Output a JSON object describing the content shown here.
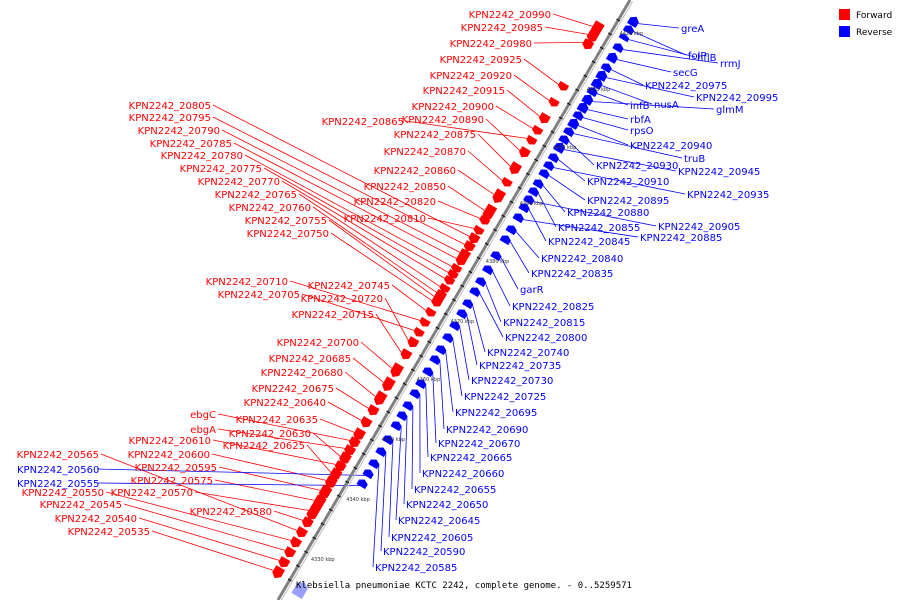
{
  "colors": {
    "forward": "#ff0000",
    "reverse": "#0000ff",
    "backbone": "#808080",
    "marker": "#000000"
  },
  "legend": {
    "forward": "Forward",
    "reverse": "Reverse"
  },
  "caption": "Klebsiella pneumoniae KCTC 2242, complete genome. - 0..5259571",
  "ticks": [
    "4420 kbp",
    "4410 kbp",
    "4400 kbp",
    "4390 kbp",
    "4380 kbp",
    "4370 kbp",
    "4360 kbp",
    "4350 kbp",
    "4340 kbp",
    "4330 kbp"
  ],
  "forward_labels": [
    "KPN2242_20990",
    "KPN2242_20985",
    "KPN2242_20980",
    "KPN2242_20925",
    "KPN2242_20920",
    "KPN2242_20915",
    "KPN2242_20900",
    "KPN2242_20865",
    "KPN2242_20890",
    "KPN2242_20875",
    "KPN2242_20870",
    "KPN2242_20860",
    "KPN2242_20850",
    "KPN2242_20820",
    "KPN2242_20810",
    "KPN2242_20805",
    "KPN2242_20795",
    "KPN2242_20790",
    "KPN2242_20785",
    "KPN2242_20780",
    "KPN2242_20775",
    "KPN2242_20770",
    "KPN2242_20765",
    "KPN2242_20760",
    "KPN2242_20755",
    "KPN2242_20750",
    "KPN2242_20745",
    "KPN2242_20710",
    "KPN2242_20705",
    "KPN2242_20720",
    "KPN2242_20715",
    "KPN2242_20700",
    "KPN2242_20685",
    "KPN2242_20680",
    "KPN2242_20675",
    "KPN2242_20640",
    "KPN2242_20635",
    "ebgC",
    "ebgA",
    "KPN2242_20630",
    "KPN2242_20610",
    "KPN2242_20625",
    "KPN2242_20600",
    "KPN2242_20595",
    "KPN2242_20575",
    "KPN2242_20570",
    "KPN2242_20580",
    "KPN2242_20565",
    "KPN2242_20550",
    "KPN2242_20545",
    "KPN2242_20540",
    "KPN2242_20535"
  ],
  "reverse_labels": [
    "greA",
    "folP",
    "hflB",
    "rrmJ",
    "secG",
    "KPN2242_20975",
    "KPN2242_20995",
    "nusA",
    "infB",
    "glmM",
    "rbfA",
    "rpsO",
    "KPN2242_20940",
    "truB",
    "KPN2242_20930",
    "KPN2242_20945",
    "KPN2242_20910",
    "KPN2242_20935",
    "KPN2242_20895",
    "KPN2242_20880",
    "KPN2242_20855",
    "KPN2242_20905",
    "KPN2242_20845",
    "KPN2242_20885",
    "KPN2242_20840",
    "KPN2242_20835",
    "garR",
    "KPN2242_20825",
    "KPN2242_20815",
    "KPN2242_20800",
    "KPN2242_20740",
    "KPN2242_20735",
    "KPN2242_20730",
    "KPN2242_20725",
    "KPN2242_20695",
    "KPN2242_20690",
    "KPN2242_20670",
    "KPN2242_20665",
    "KPN2242_20660",
    "KPN2242_20655",
    "KPN2242_20650",
    "KPN2242_20645",
    "KPN2242_20605",
    "KPN2242_20590",
    "KPN2242_20585",
    "KPN2242_20560",
    "KPN2242_20555"
  ]
}
